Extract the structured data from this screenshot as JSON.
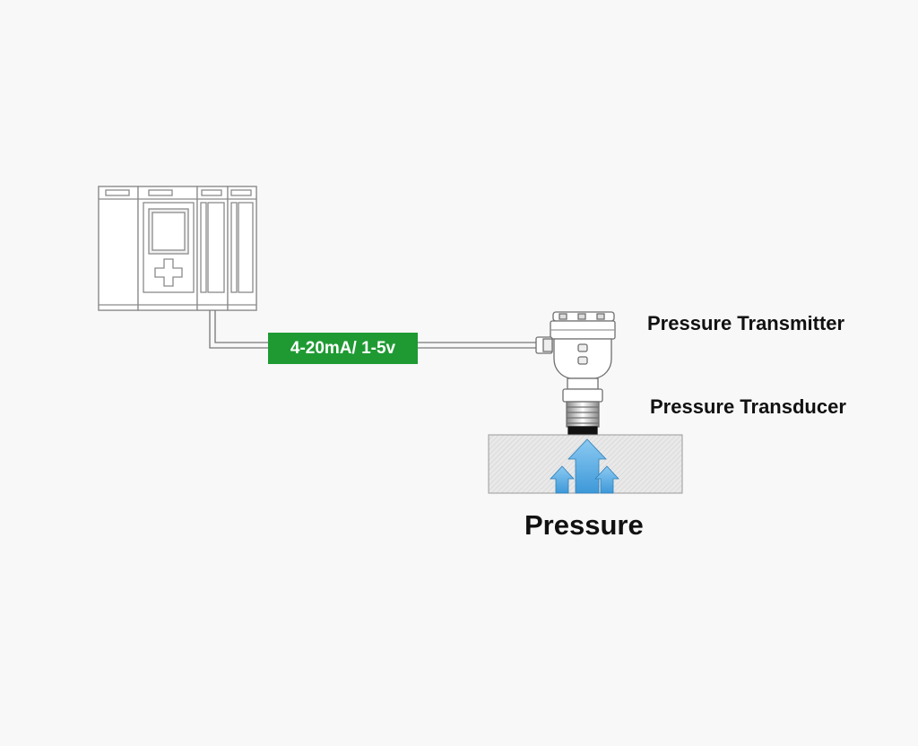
{
  "labels": {
    "transmitter": "Pressure Transmitter",
    "transducer": "Pressure Transducer",
    "pressure": "Pressure",
    "signal": "4-20mA/ 1-5v"
  },
  "icons": {
    "controller": "plc-controller-icon",
    "transmitter": "pressure-transmitter-icon",
    "arrows": "pressure-arrow-icon"
  },
  "colors": {
    "signal_badge": "#1f9a33",
    "arrow": "#4aa3df",
    "background": "#f8f8f8"
  }
}
